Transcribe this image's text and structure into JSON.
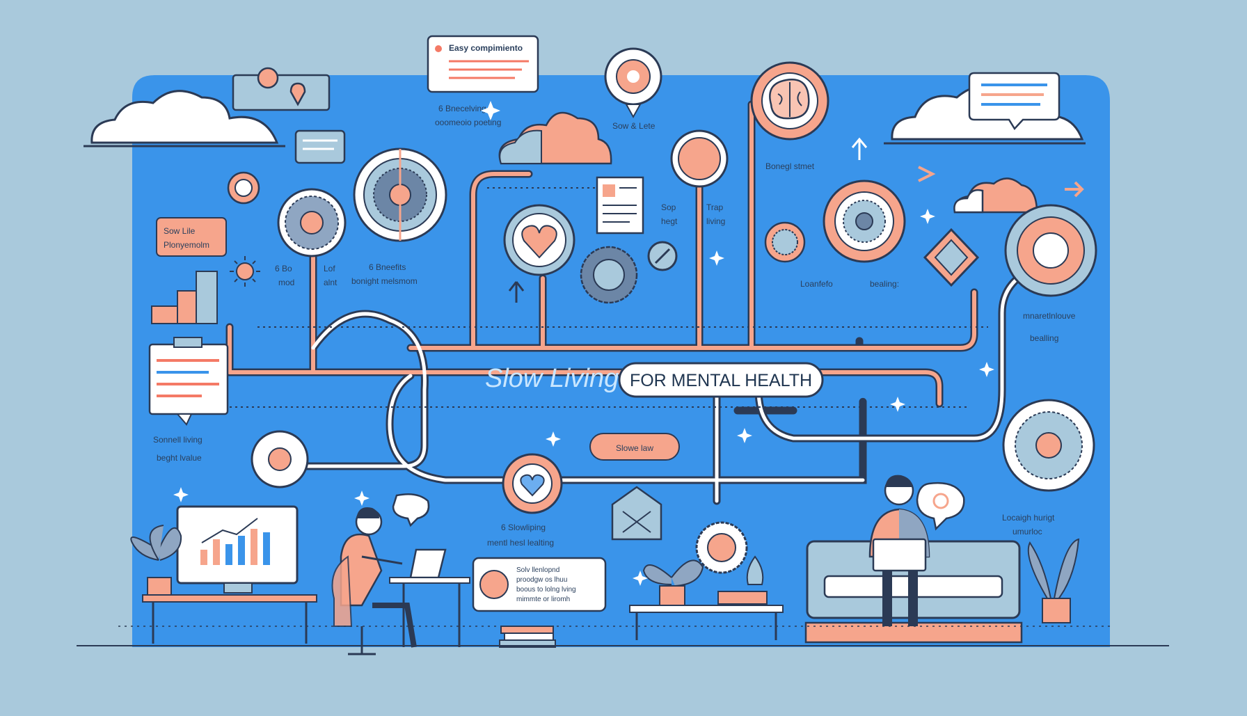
{
  "title": {
    "main": "Slow Living",
    "pill": "FOR MENTAL HEALTH"
  },
  "colors": {
    "background": "#a9c9dc",
    "panel": "#3a94ea",
    "accent": "#f6a58c",
    "outline": "#2b3a55",
    "white": "#ffffff"
  },
  "labels": {
    "easy_card": "Easy compimiento",
    "benefits_top": [
      "6 Bnecelving",
      "ooomeoio poeting"
    ],
    "slow_lete": "Sow & Lete",
    "bonegl": "Bonegl stmet",
    "slow_life_tag": [
      "Sow Lile",
      "Plonyemolm"
    ],
    "b_mod": [
      "6 Bo",
      "mod"
    ],
    "lef_alnt": [
      "Lof",
      "alnt"
    ],
    "benefits_mid": [
      "6 Bneefits",
      "bonight melsmom"
    ],
    "sop_hegt": [
      "Sop",
      "hegt"
    ],
    "trap_living": [
      "Trap",
      "living"
    ],
    "loanfefo": "Loanfefo",
    "bealing": "bealing:",
    "mnatehlouve": [
      "mnaretlnlouve",
      "bealling"
    ],
    "slow_living_left": [
      "Sonnell living",
      "beght lvalue"
    ],
    "slow_law": "Slowe law",
    "slow_mental": [
      "6 Slowliping",
      "mentl hesl lealting"
    ],
    "slow_note": [
      "Solv llenlopnd",
      "proodgw os lhuu",
      "boous to lolng lving",
      "mimmte or liromh"
    ],
    "locaigh": [
      "Locaigh hurigt",
      "umurloc"
    ]
  },
  "icons": [
    "cloud-icon",
    "brain-icon",
    "heart-icon",
    "chart-icon",
    "laptop-icon",
    "plant-icon",
    "sofa-icon",
    "mandala-icon",
    "arrow-icon",
    "sparkle-icon",
    "document-icon",
    "speech-bubble-icon",
    "location-pin-icon"
  ]
}
